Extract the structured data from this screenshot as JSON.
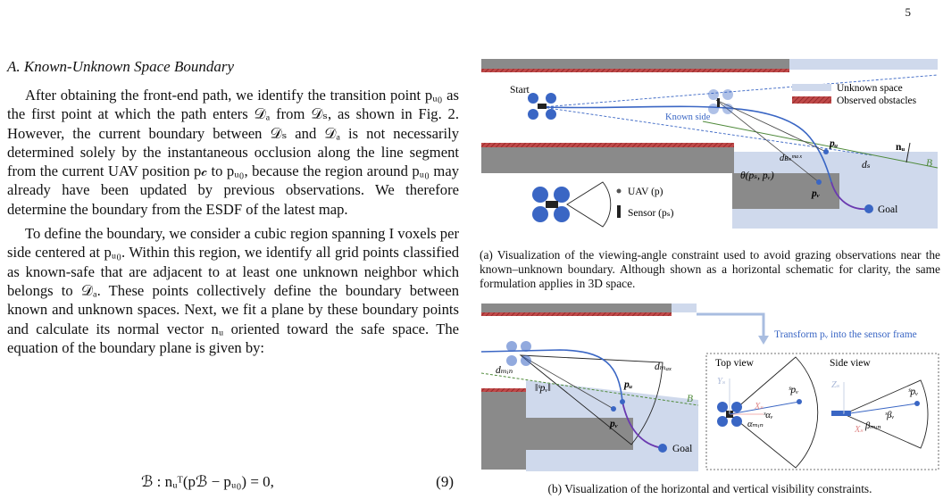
{
  "page_number": "5",
  "section": {
    "title": "A. Known-Unknown Space Boundary"
  },
  "paragraphs": [
    "After obtaining the front-end path, we identify the transition point pᵤ₀ as the first point at which the path enters 𝒟ₐ from 𝒟ₛ, as shown in Fig. 2. However, the current boundary between 𝒟ₛ and 𝒟ₐ is not necessarily determined solely by the instantaneous occlusion along the line segment from the current UAV position p𝒸 to pᵤ₀, because the region around pᵤ₀ may already have been updated by previous observations. We therefore determine the boundary from the ESDF of the latest map.",
    "To define the boundary, we consider a cubic region spanning I voxels per side centered at pᵤ₀. Within this region, we identify all grid points classified as known-safe that are adjacent to at least one unknown neighbor which belongs to 𝒟ₐ. These points collectively define the boundary between known and unknown spaces. Next, we fit a plane by these boundary points and calculate its normal vector nᵤ oriented toward the safe space. The equation of the boundary plane is given by:"
  ],
  "equation": {
    "body": "ℬ : nᵤᵀ(pℬ − pᵤ₀) = 0,",
    "number": "(9)"
  },
  "figure_a": {
    "labels": {
      "start": "Start",
      "known_side": "Known side",
      "unknown_space": "Unknown space",
      "observed_obstacles": "Observed obstacles",
      "pu": "pᵤ",
      "nu": "nᵤ",
      "dbs_max": "dʙₛᵐᵃˣ",
      "ds": "dₛ",
      "b": "B",
      "theta": "θ(pₛ, pᵥ)",
      "pv": "pᵥ",
      "uav": "UAV (p)",
      "sensor": "Sensor (pₛ)",
      "goal": "Goal"
    },
    "caption": "(a) Visualization of the viewing-angle constraint used to avoid grazing observations near the known–unknown boundary. Although shown as a horizontal schematic for clarity, the same formulation applies in 3D space."
  },
  "figure_b": {
    "labels": {
      "transform": "Transform pᵥ into the sensor frame",
      "dmin": "dₘᵢₙ",
      "dmax": "dₘₐₓ",
      "spv_norm": "‖ˢpᵥ‖",
      "pu": "pᵤ",
      "b": "B",
      "pv": "pᵥ",
      "goal": "Goal",
      "top_view": "Top view",
      "side_view": "Side view",
      "ys": "Yₛ",
      "xs": "Xₛ",
      "zs": "Zₛ",
      "spv": "ˢpᵥ",
      "alpha_min": "αₘᵢₙ",
      "alpha_v": "ˢαᵥ",
      "beta_min": "βₘᵢₙ",
      "beta_v": "ˢβᵥ"
    },
    "caption": "(b) Visualization of the horizontal and vertical visibility constraints."
  },
  "colors": {
    "unknown": "#cfd9ec",
    "obstacle": "#b03a3a",
    "gray": "#8a8a8a",
    "path_blue": "#3a66c4",
    "path_purple": "#6a3ab0",
    "boundary_green": "#4f8a3a"
  }
}
